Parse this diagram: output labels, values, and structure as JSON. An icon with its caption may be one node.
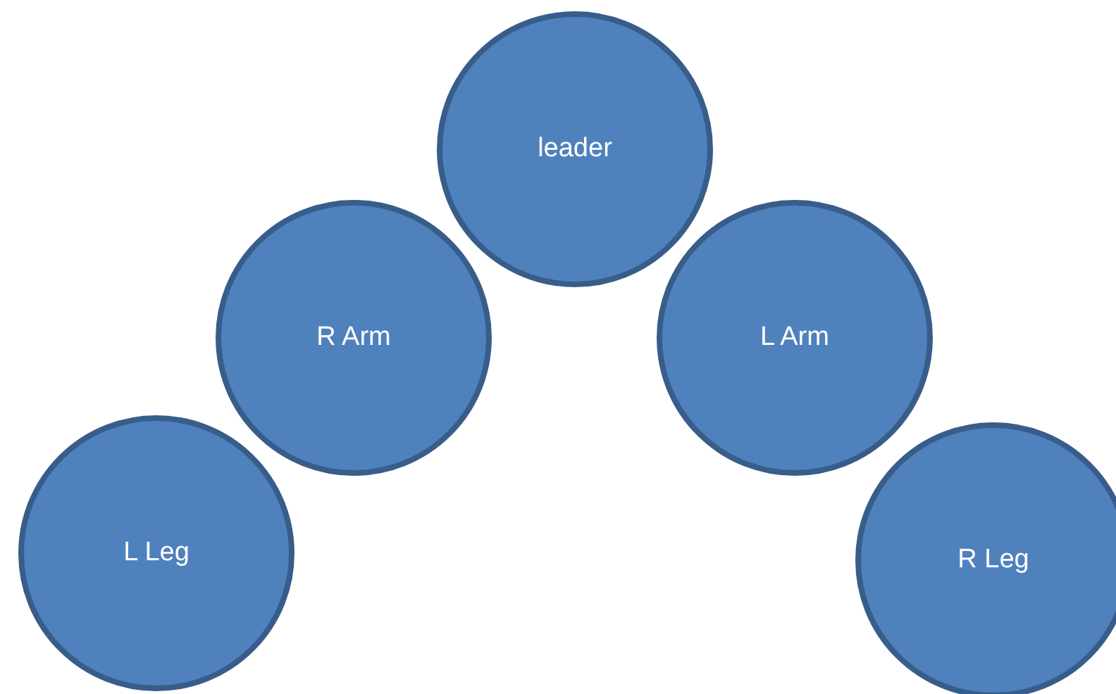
{
  "diagram": {
    "nodes": [
      {
        "text": [
          "leader"
        ]
      },
      {
        "text": [
          "R Arm"
        ]
      },
      {
        "text": [
          "L Arm"
        ]
      },
      {
        "text": [
          "L Leg"
        ]
      },
      {
        "text": [
          "R Leg"
        ]
      }
    ],
    "edges": []
  }
}
